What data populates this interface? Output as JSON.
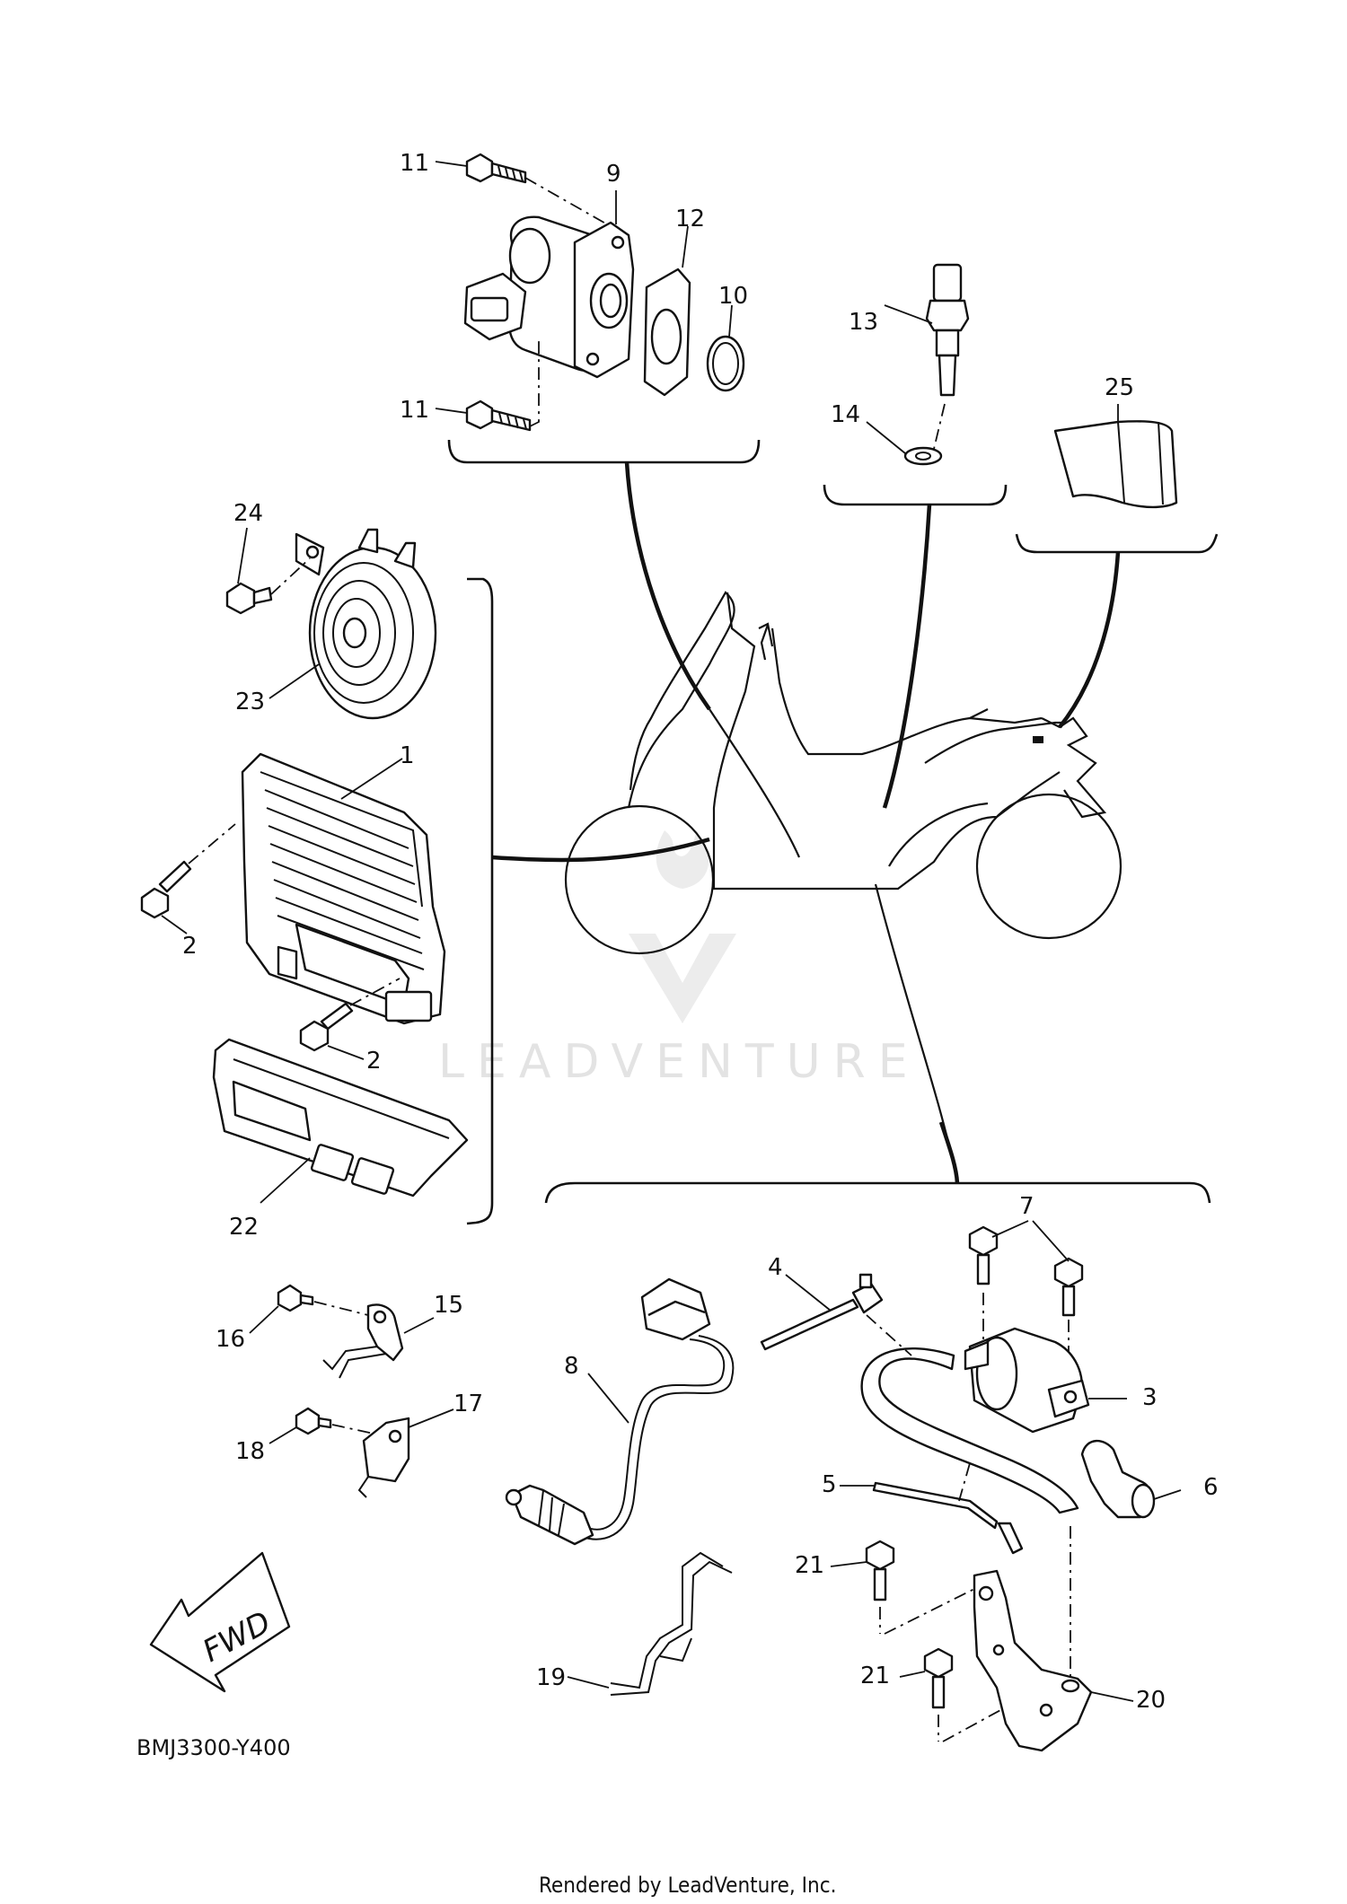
{
  "diagram_code": "BMJ3300-Y400",
  "footer_text": "Rendered by LeadVenture, Inc.",
  "watermark_text": "LEADVENTURE",
  "fwd_label": "FWD",
  "callouts": {
    "c1": "1",
    "c2a": "2",
    "c2b": "2",
    "c3": "3",
    "c4": "4",
    "c5": "5",
    "c6": "6",
    "c7": "7",
    "c8": "8",
    "c9": "9",
    "c10": "10",
    "c11a": "11",
    "c11b": "11",
    "c12": "12",
    "c13": "13",
    "c14": "14",
    "c15": "15",
    "c16": "16",
    "c17": "17",
    "c18": "18",
    "c19": "19",
    "c20": "20",
    "c21a": "21",
    "c21b": "21",
    "c22": "22",
    "c23": "23",
    "c24": "24",
    "c25": "25"
  }
}
